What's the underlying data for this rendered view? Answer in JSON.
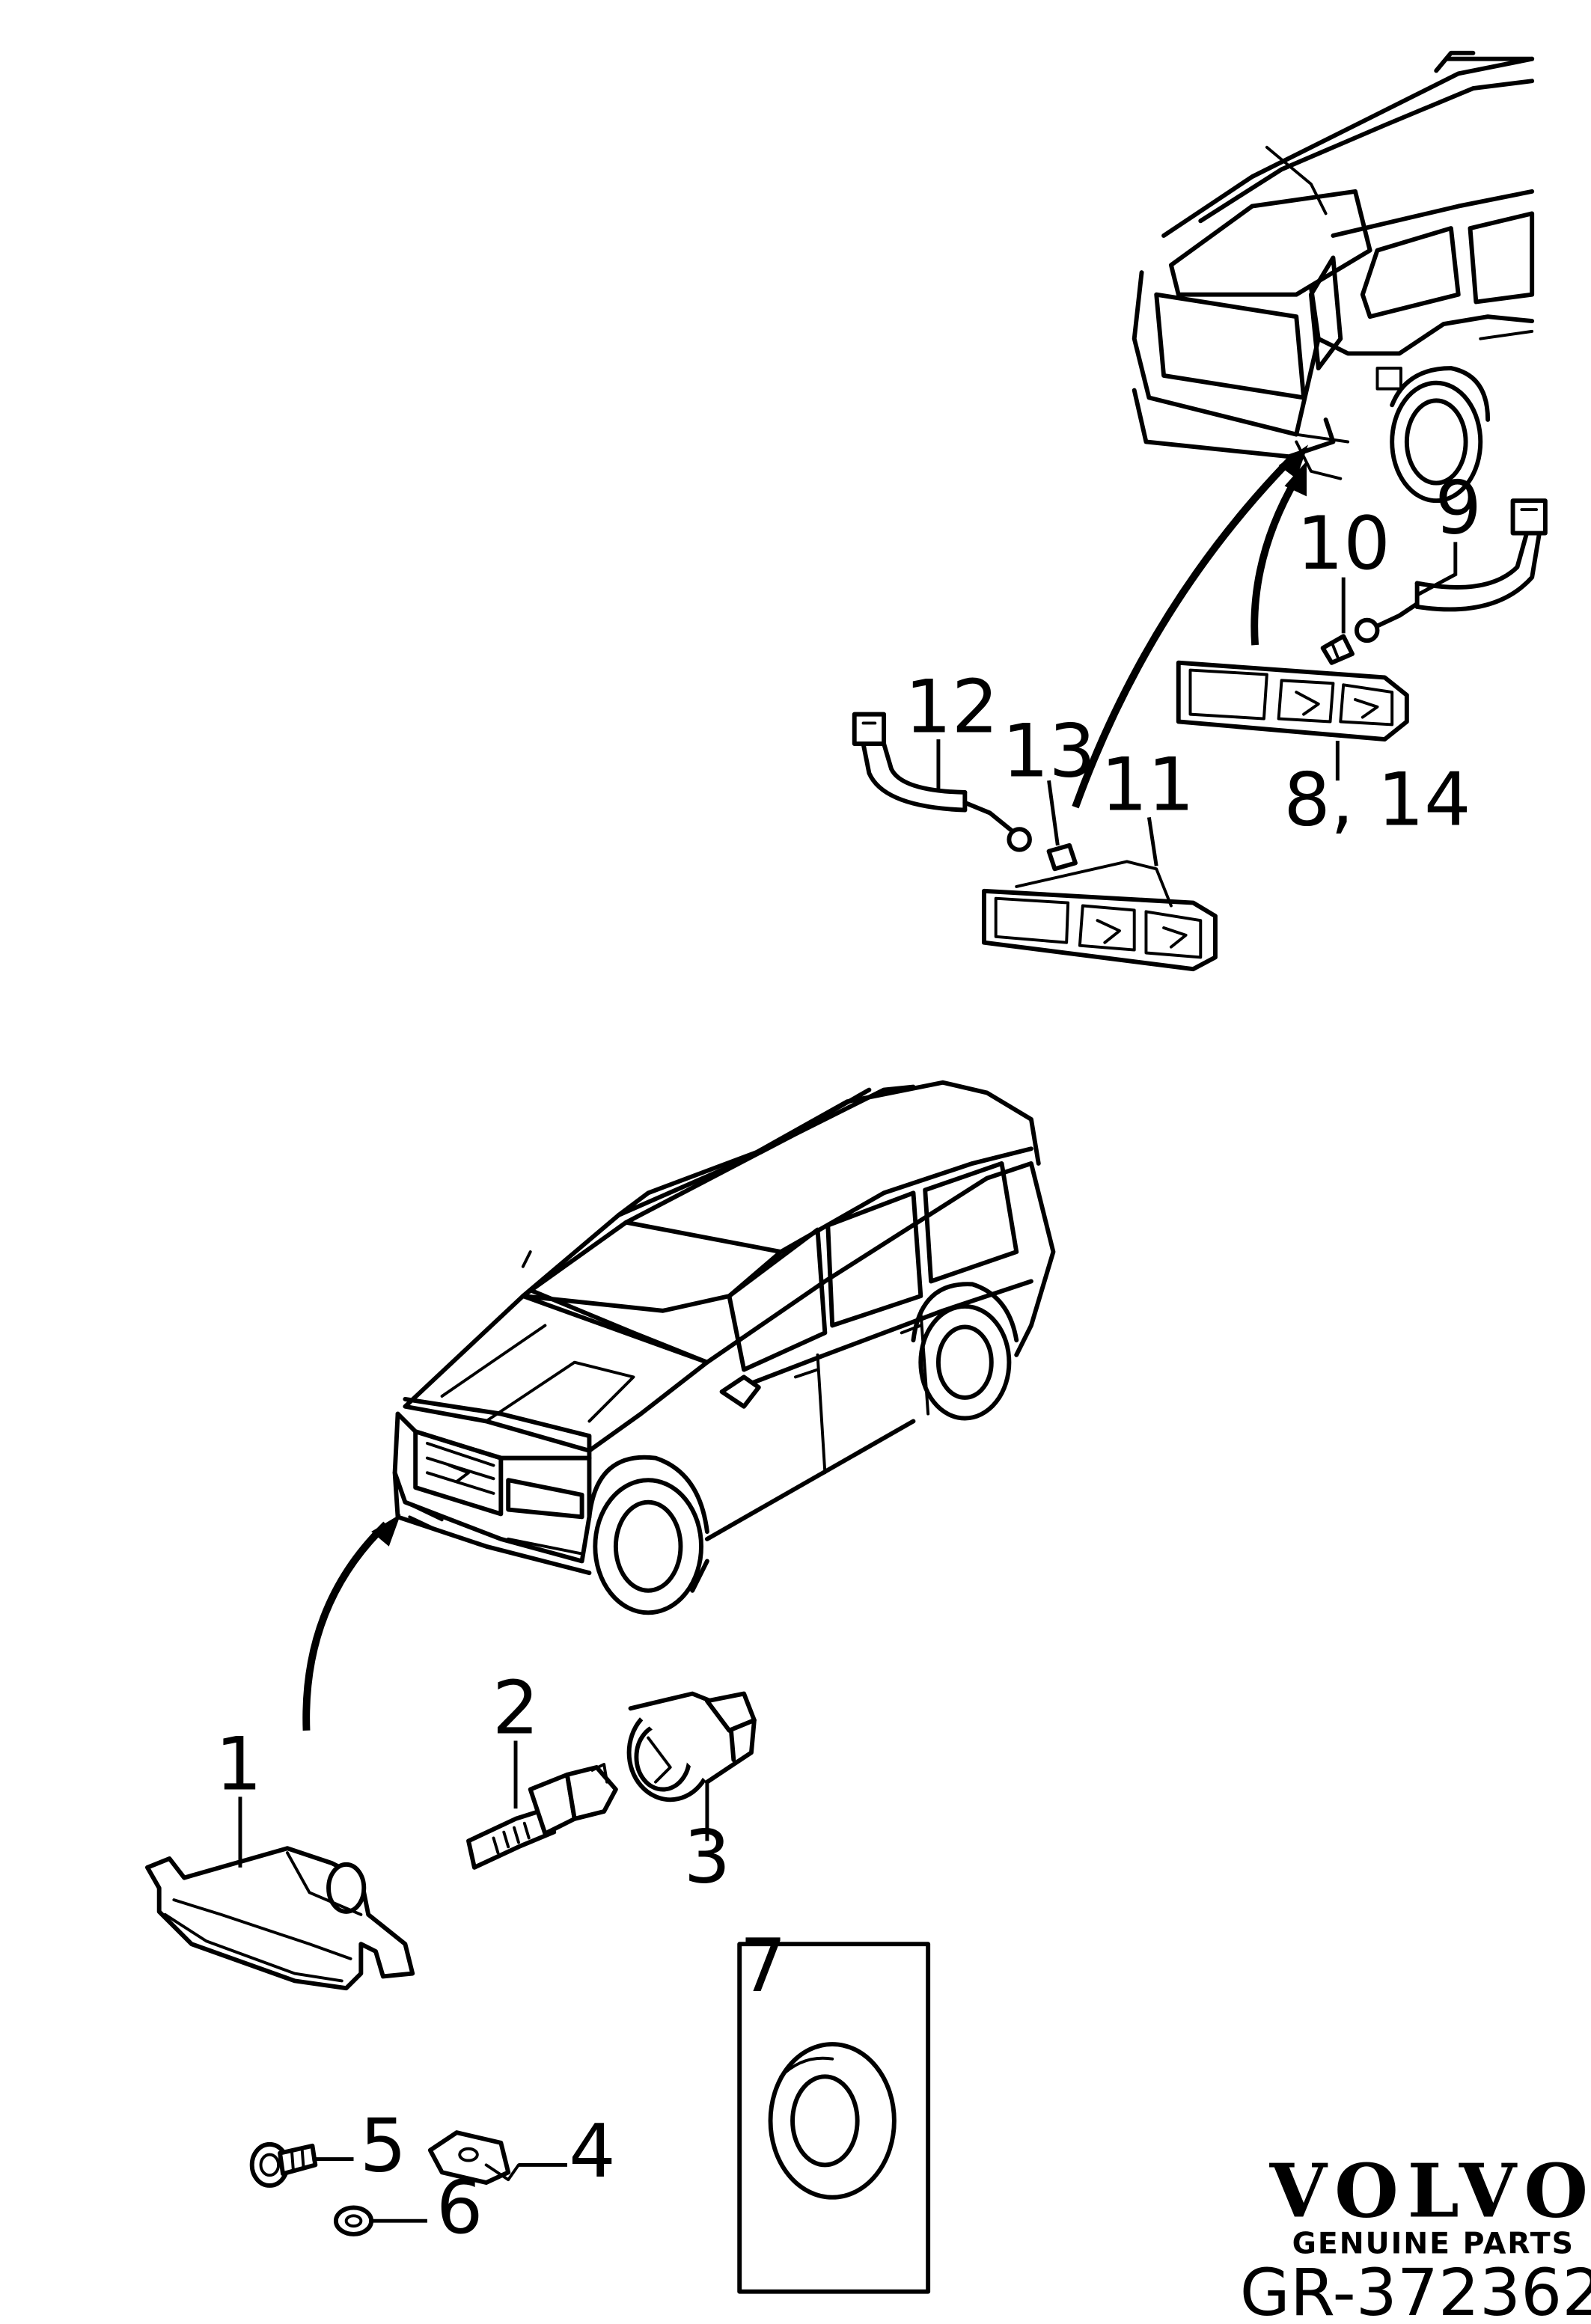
{
  "callouts": {
    "c1": "1",
    "c2": "2",
    "c3": "3",
    "c4": "4",
    "c5": "5",
    "c6": "6",
    "c7": "7",
    "c8_14": "8, 14",
    "c9": "9",
    "c10": "10",
    "c11": "11",
    "c12": "12",
    "c13": "13"
  },
  "brand": {
    "logo": "VOLVO",
    "tagline": "GENUINE PARTS"
  },
  "drawing_code": "GR-372362"
}
